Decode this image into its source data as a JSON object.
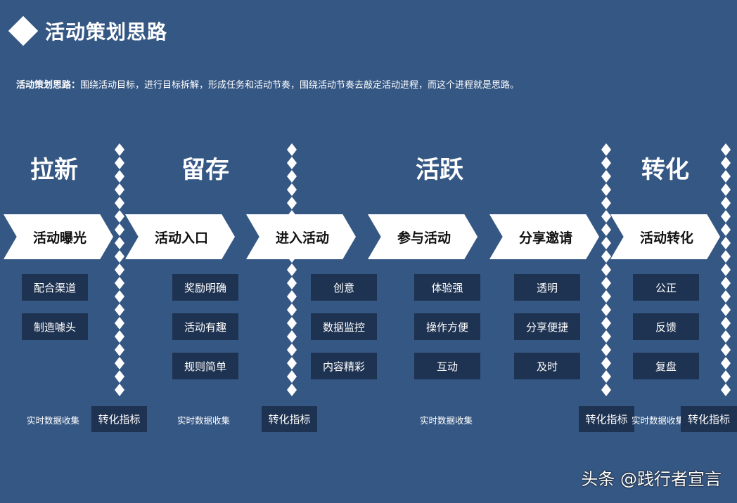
{
  "title": "活动策划思路",
  "description": {
    "label": "活动策划思路：",
    "text": "围绕活动目标，进行目标拆解，形成任务和活动节奏，围绕活动节奏去敲定活动进程，而这个进程就是思路。"
  },
  "stages": [
    "拉新",
    "留存",
    "活跃",
    "转化"
  ],
  "steps": [
    "活动曝光",
    "活动入口",
    "进入活动",
    "参与活动",
    "分享邀请",
    "活动转化"
  ],
  "columns": [
    [
      "配合渠道",
      "制造噱头"
    ],
    [
      "奖励明确",
      "活动有趣",
      "规则简单"
    ],
    [
      "创意",
      "数据监控",
      "内容精彩"
    ],
    [
      "体验强",
      "操作方便",
      "互动"
    ],
    [
      "透明",
      "分享便捷",
      "及时"
    ],
    [
      "公正",
      "反馈",
      "复盘"
    ]
  ],
  "bottom": {
    "collect_label": "实时数据收集",
    "metric_label": "转化指标",
    "collect_1": "实时数据收集",
    "collect_2": "实时数据收集",
    "collect_3": "实时数据收集",
    "collect_4": "实时数据收集",
    "metric_1": "转化指标",
    "metric_2": "转化指标",
    "metric_3": "转化指标",
    "metric_4": "转化指标"
  },
  "watermark": "头条 @践行者宣言",
  "colors": {
    "background": "#355784",
    "box": "#1e3251",
    "chevron": "#ffffff"
  }
}
